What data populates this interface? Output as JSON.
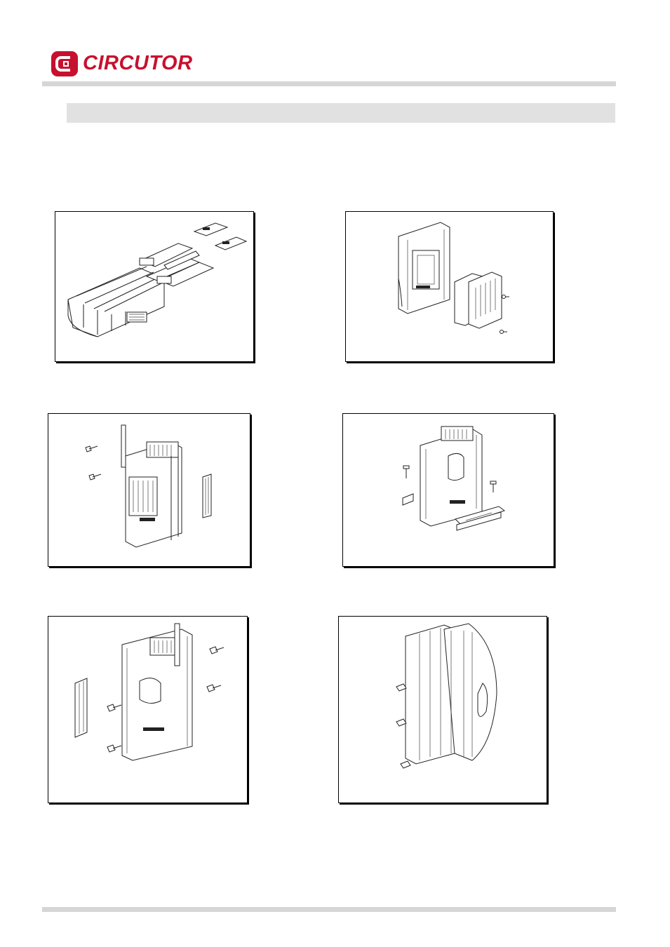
{
  "header": {
    "brand": "CIRCUTOR",
    "brand_color": "#c8102e",
    "logo_icon": "circutor-c-logo-icon"
  },
  "section": {
    "title": ""
  },
  "figures": [
    {
      "name": "figure-modules-exploded",
      "icon": "exploded-modules-drawing"
    },
    {
      "name": "figure-terminal-cover",
      "icon": "terminal-cover-drawing"
    },
    {
      "name": "figure-din-bracket-side",
      "icon": "din-bracket-drawing"
    },
    {
      "name": "figure-bracket-bottom",
      "icon": "bottom-bracket-drawing"
    },
    {
      "name": "figure-panel-bracket",
      "icon": "panel-bracket-drawing"
    },
    {
      "name": "figure-assembled-rear",
      "icon": "assembled-rear-drawing"
    }
  ],
  "colors": {
    "rule": "#d6d6d6",
    "section_bar": "#e1e1e1"
  }
}
